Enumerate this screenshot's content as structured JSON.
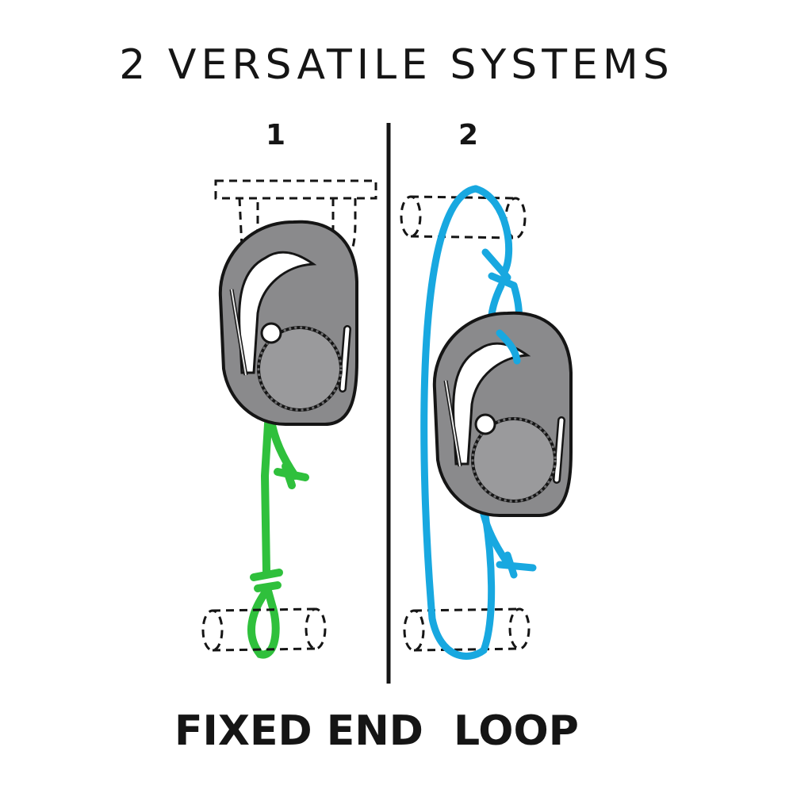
{
  "title": "2 VERSATILE SYSTEMS",
  "systems": [
    {
      "number": "1",
      "label": "FIXED END"
    },
    {
      "number": "2",
      "label": "LOOP"
    }
  ],
  "colors": {
    "ink": "#151515",
    "clip_gray": "#8a8a8c",
    "clip_dark": "#555558",
    "cord_green": "#2fc03c",
    "cord_blue": "#18a8e0"
  },
  "icons": [
    "carabiner-clip-icon",
    "cord-lock-icon",
    "tent-loop-icon",
    "pole-icon"
  ]
}
